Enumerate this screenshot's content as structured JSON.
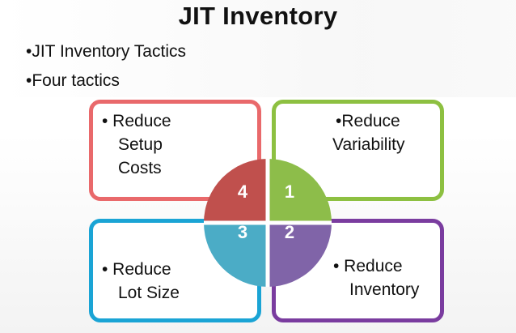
{
  "slide": {
    "title": "JIT Inventory",
    "bullets": [
      "•JIT Inventory Tactics",
      "•Four tactics"
    ]
  },
  "boxes": {
    "top_left": {
      "lines": [
        "• Reduce",
        "Setup",
        "Costs"
      ],
      "color": "#e9696b"
    },
    "top_right": {
      "lines": [
        "•Reduce",
        "Variability"
      ],
      "color": "#8dc041"
    },
    "bottom_left": {
      "lines": [
        "• Reduce",
        "Lot Size"
      ],
      "color": "#1aa4d5"
    },
    "bottom_right": {
      "lines": [
        "• Reduce",
        "Inventory"
      ],
      "color": "#7a3c9f"
    }
  },
  "circle": {
    "quadrants": [
      {
        "label": "1",
        "color": "#8dbd4a"
      },
      {
        "label": "2",
        "color": "#8064a8"
      },
      {
        "label": "3",
        "color": "#4bacc6"
      },
      {
        "label": "4",
        "color": "#c0504d"
      }
    ],
    "divider_color": "#ffffff"
  }
}
